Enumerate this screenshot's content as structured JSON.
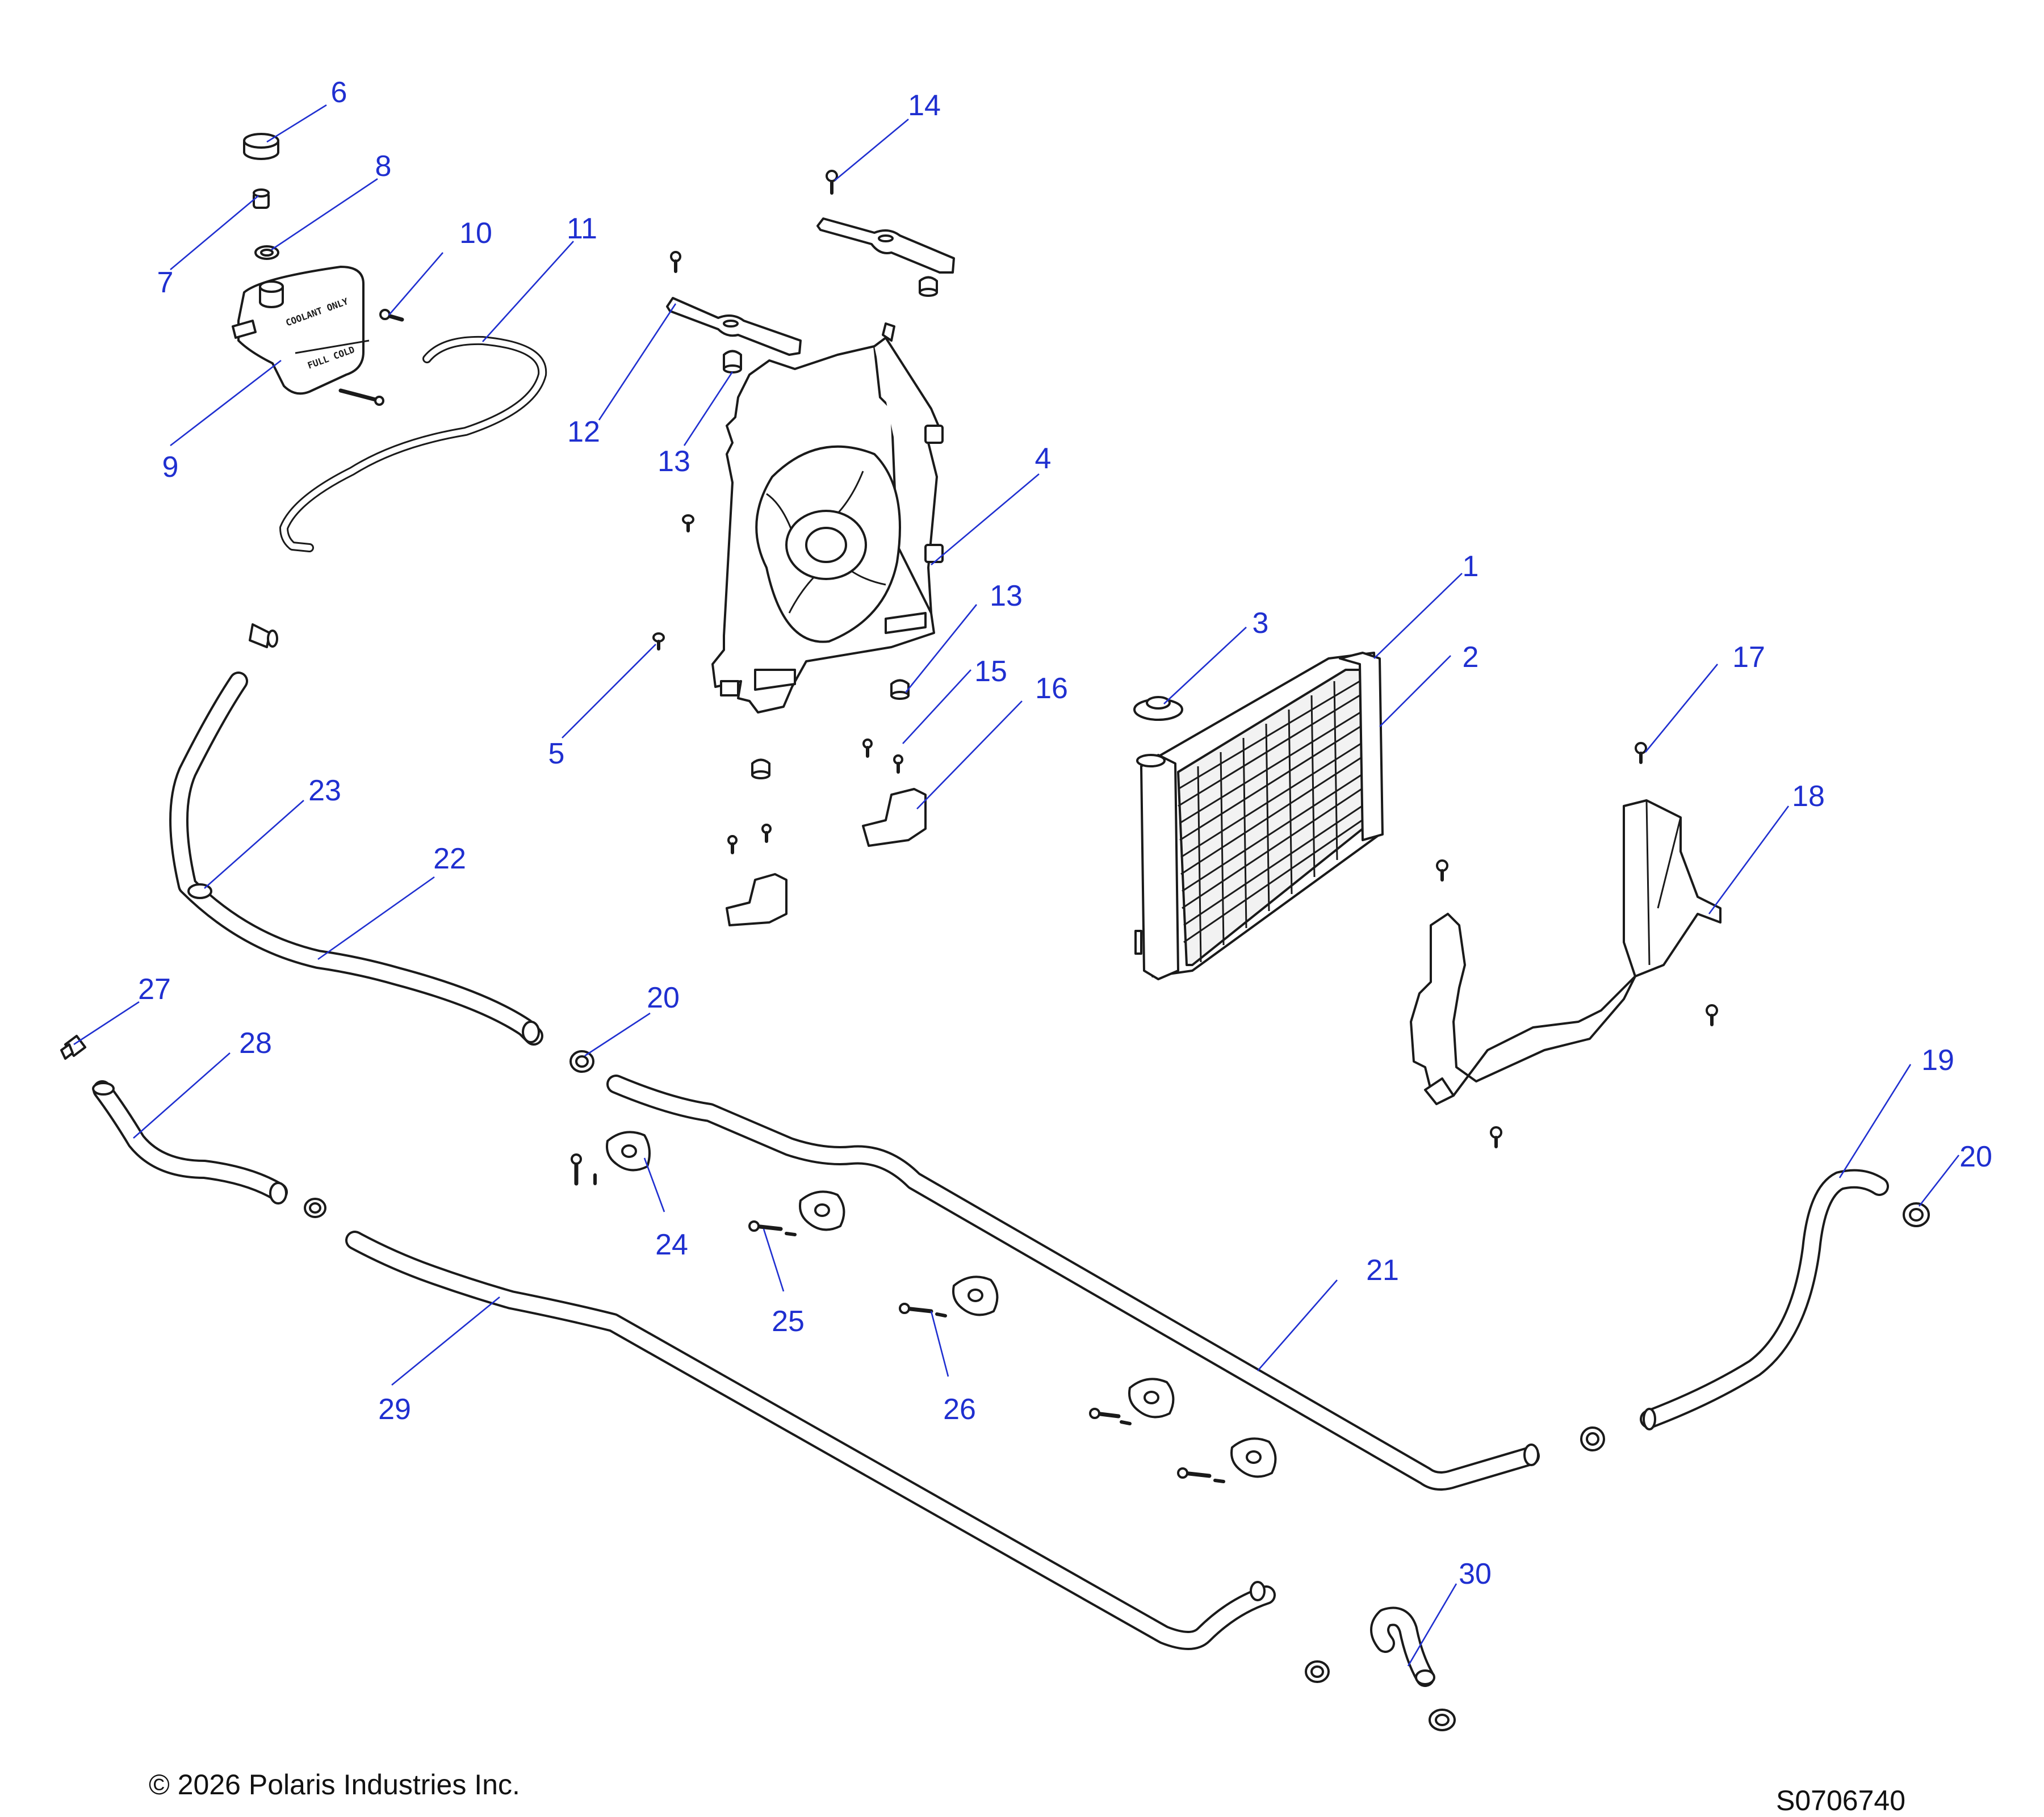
{
  "callouts": {
    "c1": "1",
    "c2": "2",
    "c3": "3",
    "c4": "4",
    "c5": "5",
    "c6": "6",
    "c7": "7",
    "c8": "8",
    "c9": "9",
    "c10": "10",
    "c11": "11",
    "c12": "12",
    "c13a": "13",
    "c13b": "13",
    "c14": "14",
    "c15": "15",
    "c16": "16",
    "c17": "17",
    "c18": "18",
    "c19": "19",
    "c20a": "20",
    "c20b": "20",
    "c21": "21",
    "c22": "22",
    "c23": "23",
    "c24": "24",
    "c25": "25",
    "c26": "26",
    "c27": "27",
    "c28": "28",
    "c29": "29",
    "c30": "30"
  },
  "reservoir": {
    "label_top": "COOLANT ONLY",
    "label_bottom": "FULL COLD"
  },
  "footer": {
    "copyright": "© 2026 Polaris Industries Inc.",
    "figure_id": "S0706740"
  },
  "colors": {
    "callout": "#1f2fd0",
    "line": "#1a1a1a"
  }
}
